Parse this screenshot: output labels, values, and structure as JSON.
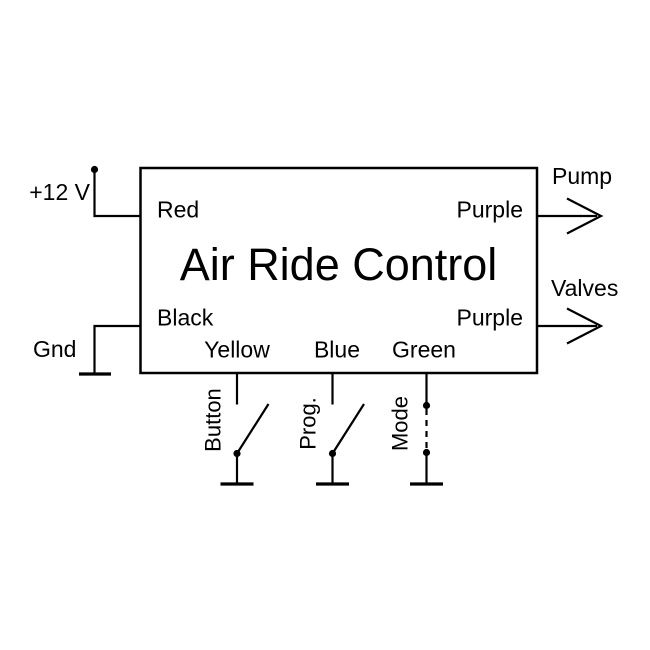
{
  "diagram": {
    "title": "Air Ride Control",
    "pins": {
      "power": "Red",
      "ground": "Black",
      "pump_out": "Purple",
      "valves_out": "Purple",
      "button_in": "Yellow",
      "prog_in": "Blue",
      "mode_in": "Green"
    },
    "external": {
      "supply": "+12 V",
      "ground": "Gnd",
      "pump_output": "Pump",
      "valves_output": "Valves"
    },
    "switches": {
      "button": "Button",
      "prog": "Prog.",
      "mode": "Mode"
    },
    "colors": {
      "stroke": "#000000",
      "background": "#ffffff"
    }
  }
}
